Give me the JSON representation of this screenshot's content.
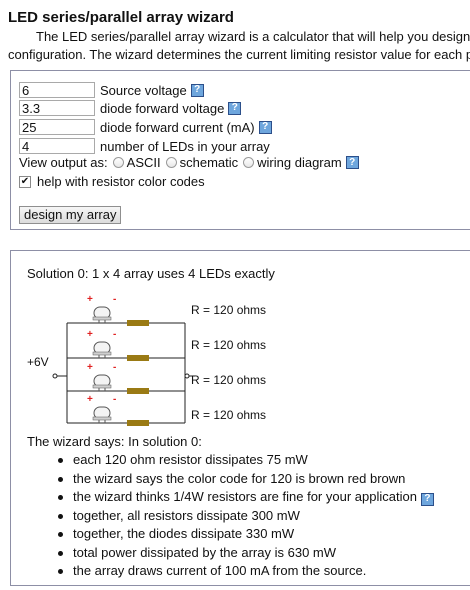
{
  "page": {
    "title": "LED series/parallel array wizard",
    "intro_line1": "The LED series/parallel array wizard is a calculator that will help you design l",
    "intro_line2": "configuration. The wizard determines the current limiting resistor value for each p"
  },
  "form": {
    "fields": [
      {
        "value": "6",
        "label": "Source voltage"
      },
      {
        "value": "3.3",
        "label": "diode forward voltage"
      },
      {
        "value": "25",
        "label": "diode forward current (mA)"
      },
      {
        "value": "4",
        "label": "number of LEDs in your array"
      }
    ],
    "help_icon": "?",
    "view_output_label": "View output as:",
    "view_options": [
      "ASCII",
      "schematic",
      "wiring diagram"
    ],
    "selected_view": "",
    "help_codes_label": "help with resistor color codes",
    "help_codes_checked": true,
    "design_button": "design my array"
  },
  "result": {
    "solution_title": "Solution 0: 1 x 4 array uses 4 LEDs exactly",
    "source_voltage_label": "+6V",
    "resistor_labels": [
      "R = 120 ohms",
      "R = 120 ohms",
      "R = 120 ohms",
      "R = 120 ohms"
    ],
    "led_polarity": {
      "plus": "+",
      "minus": "-"
    },
    "colors": {
      "resistor_body": "#9a7a14",
      "wire": "#222222",
      "polarity": "#e02020"
    },
    "wizard_says": "The wizard says: In solution 0:",
    "bullets": [
      "each 120 ohm resistor dissipates 75 mW",
      "the wizard says the color code for 120 is brown red brown",
      "the wizard thinks 1/4W resistors are fine for your application",
      "together, all resistors dissipate 300 mW",
      "together, the diodes dissipate 330 mW",
      "total power dissipated by the array is 630 mW",
      "the array draws current of 100 mA from the source."
    ]
  }
}
